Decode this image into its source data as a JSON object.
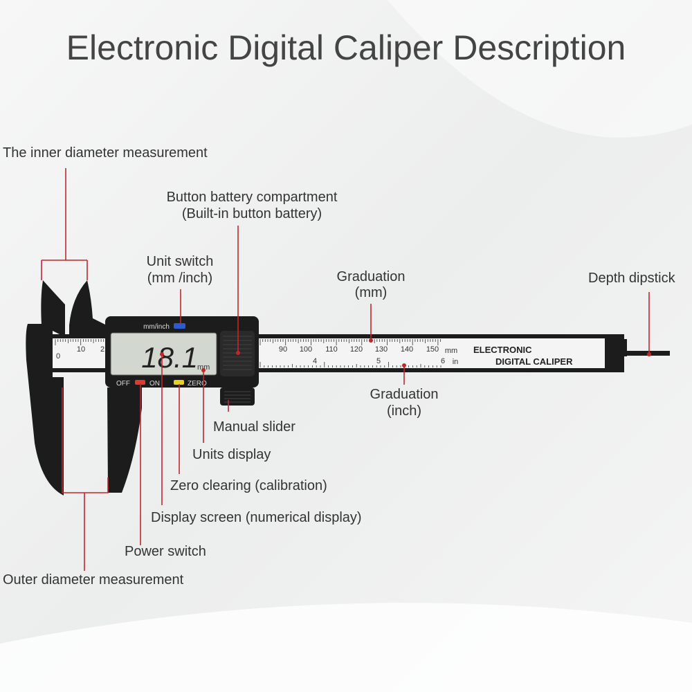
{
  "title": "Electronic Digital Caliper Description",
  "labels": {
    "inner_diameter": "The inner diameter measurement",
    "battery_line1": "Button battery compartment",
    "battery_line2": "(Built-in button battery)",
    "unit_switch_line1": "Unit switch",
    "unit_switch_line2": "(mm /inch)",
    "graduation_mm_line1": "Graduation",
    "graduation_mm_line2": "(mm)",
    "depth_dipstick": "Depth dipstick",
    "graduation_inch_line1": "Graduation",
    "graduation_inch_line2": "(inch)",
    "manual_slider": "Manual slider",
    "units_display": "Units display",
    "zero_clearing": "Zero clearing (calibration)",
    "display_screen": "Display screen (numerical display)",
    "power_switch": "Power switch",
    "outer_diameter": "Outer diameter measurement"
  },
  "caliper": {
    "brand_line1": "ELECTRONIC",
    "brand_line2": "DIGITAL CALIPER",
    "display_value": "18.1",
    "display_unit": "mm",
    "unit_button_label": "mm/inch",
    "off_label": "OFF",
    "on_label": "ON",
    "zero_label": "ZERO",
    "mm_unit_label": "mm",
    "in_unit_label": "in",
    "mm_scale_labels": [
      "0",
      "10",
      "2",
      "90",
      "100",
      "110",
      "120",
      "130",
      "140",
      "150"
    ],
    "in_scale_labels": [
      "4",
      "5",
      "6"
    ],
    "colors": {
      "body": "#1c1c1c",
      "leader": "#c0282a",
      "power_button": "#e03a2a",
      "zero_button": "#e8d020",
      "unit_button": "#2a5bd0",
      "lcd": "#d2d8d0"
    }
  }
}
